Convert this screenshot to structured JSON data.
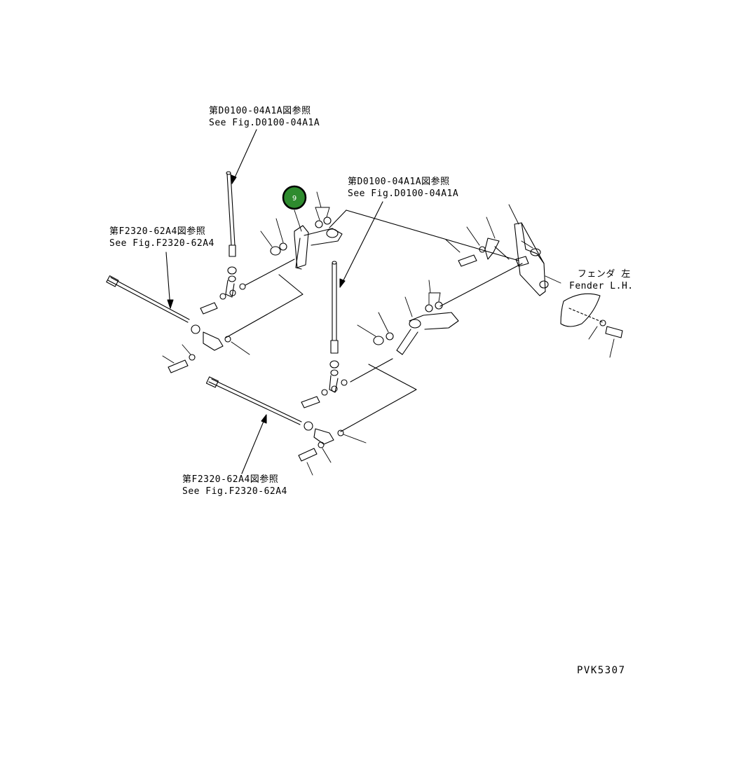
{
  "refs": {
    "top_left": {
      "ja": "第D0100-04A1A図参照",
      "en": "See Fig.D0100-04A1A"
    },
    "top_middle": {
      "ja": "第D0100-04A1A図参照",
      "en": "See Fig.D0100-04A1A"
    },
    "left": {
      "ja": "第F2320-62A4図参照",
      "en": "See Fig.F2320-62A4"
    },
    "bottom": {
      "ja": "第F2320-62A4図参照",
      "en": "See Fig.F2320-62A4"
    }
  },
  "fender": {
    "ja": "フェンダ 左",
    "en": "Fender L.H."
  },
  "callout": {
    "number": "9",
    "color": "#2e8b2e"
  },
  "drawing_code": "PVK5307"
}
